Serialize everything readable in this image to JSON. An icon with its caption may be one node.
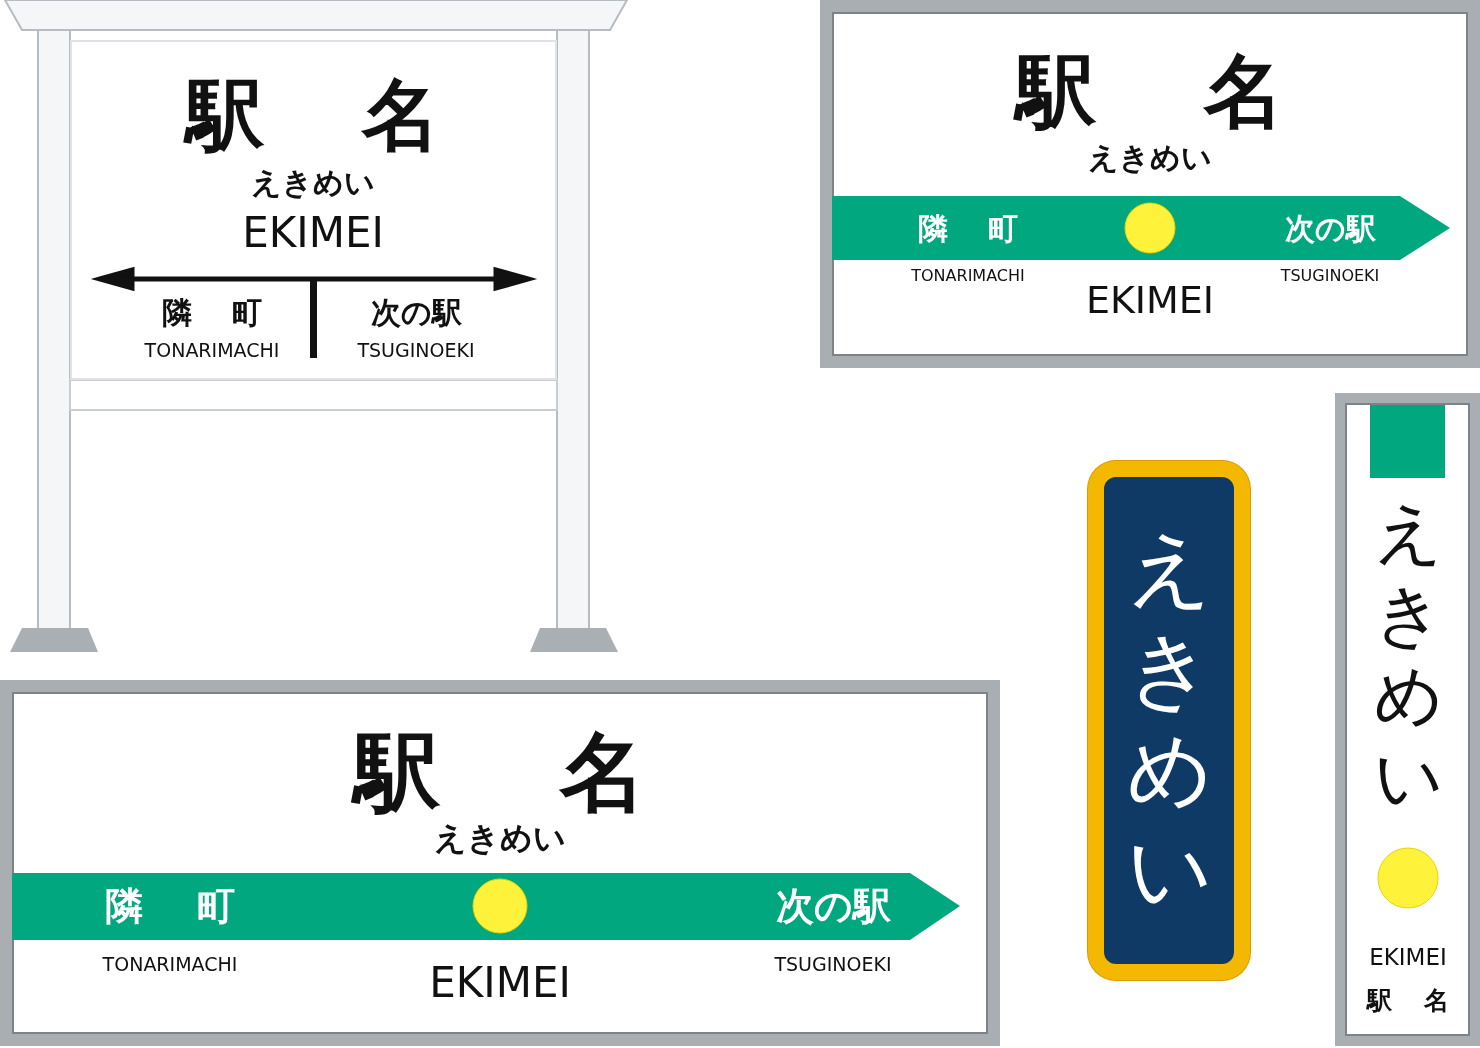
{
  "diagram": {
    "nodes": [
      {
        "text": [
          "駅 名",
          "えきめい",
          "EKIMEI",
          "隣 町",
          "TONARIMACHI",
          "次の駅",
          "TSUGINOEKI"
        ]
      },
      {
        "text": [
          "駅 名",
          "えきめい",
          "隣 町",
          "次の駅",
          "TONARIMACHI",
          "TSUGINOEKI",
          "EKIMEI"
        ]
      },
      {
        "text": [
          "駅 名",
          "えきめい",
          "隣 町",
          "次の駅",
          "TONARIMACHI",
          "TSUGINOEKI",
          "EKIMEI"
        ]
      },
      {
        "text": [
          "えきめい"
        ]
      },
      {
        "text": [
          "えきめい",
          "EKIMEI",
          "駅 名"
        ]
      }
    ]
  }
}
